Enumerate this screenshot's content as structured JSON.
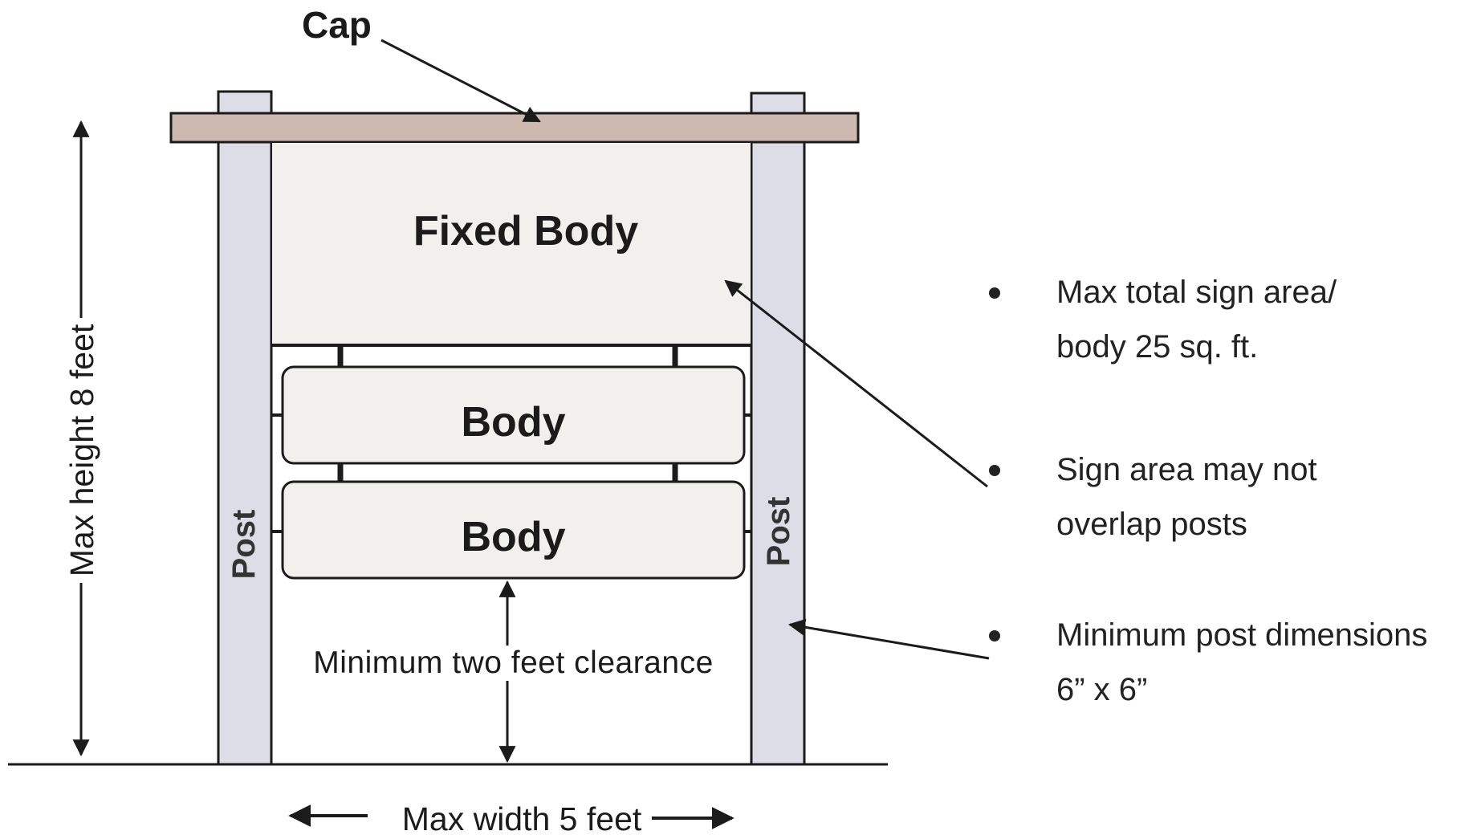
{
  "labels": {
    "cap": "Cap",
    "fixed_body": "Fixed Body",
    "body_top": "Body",
    "body_bottom": "Body",
    "post_left": "Post",
    "post_right": "Post",
    "clearance": "Minimum two feet clearance",
    "max_height": "Max height 8 feet",
    "max_width": "Max width 5 feet"
  },
  "notes": [
    {
      "text": "Max total sign area/\nbody 25 sq. ft."
    },
    {
      "text": "Sign area may not\noverlap posts"
    },
    {
      "text": "Minimum post dimensions\n6” x 6”"
    }
  ],
  "colors": {
    "cap": "#cdb9b0",
    "post": "#dcdde6",
    "panel": "#f1f0ec",
    "stroke": "#1b1b1b"
  }
}
